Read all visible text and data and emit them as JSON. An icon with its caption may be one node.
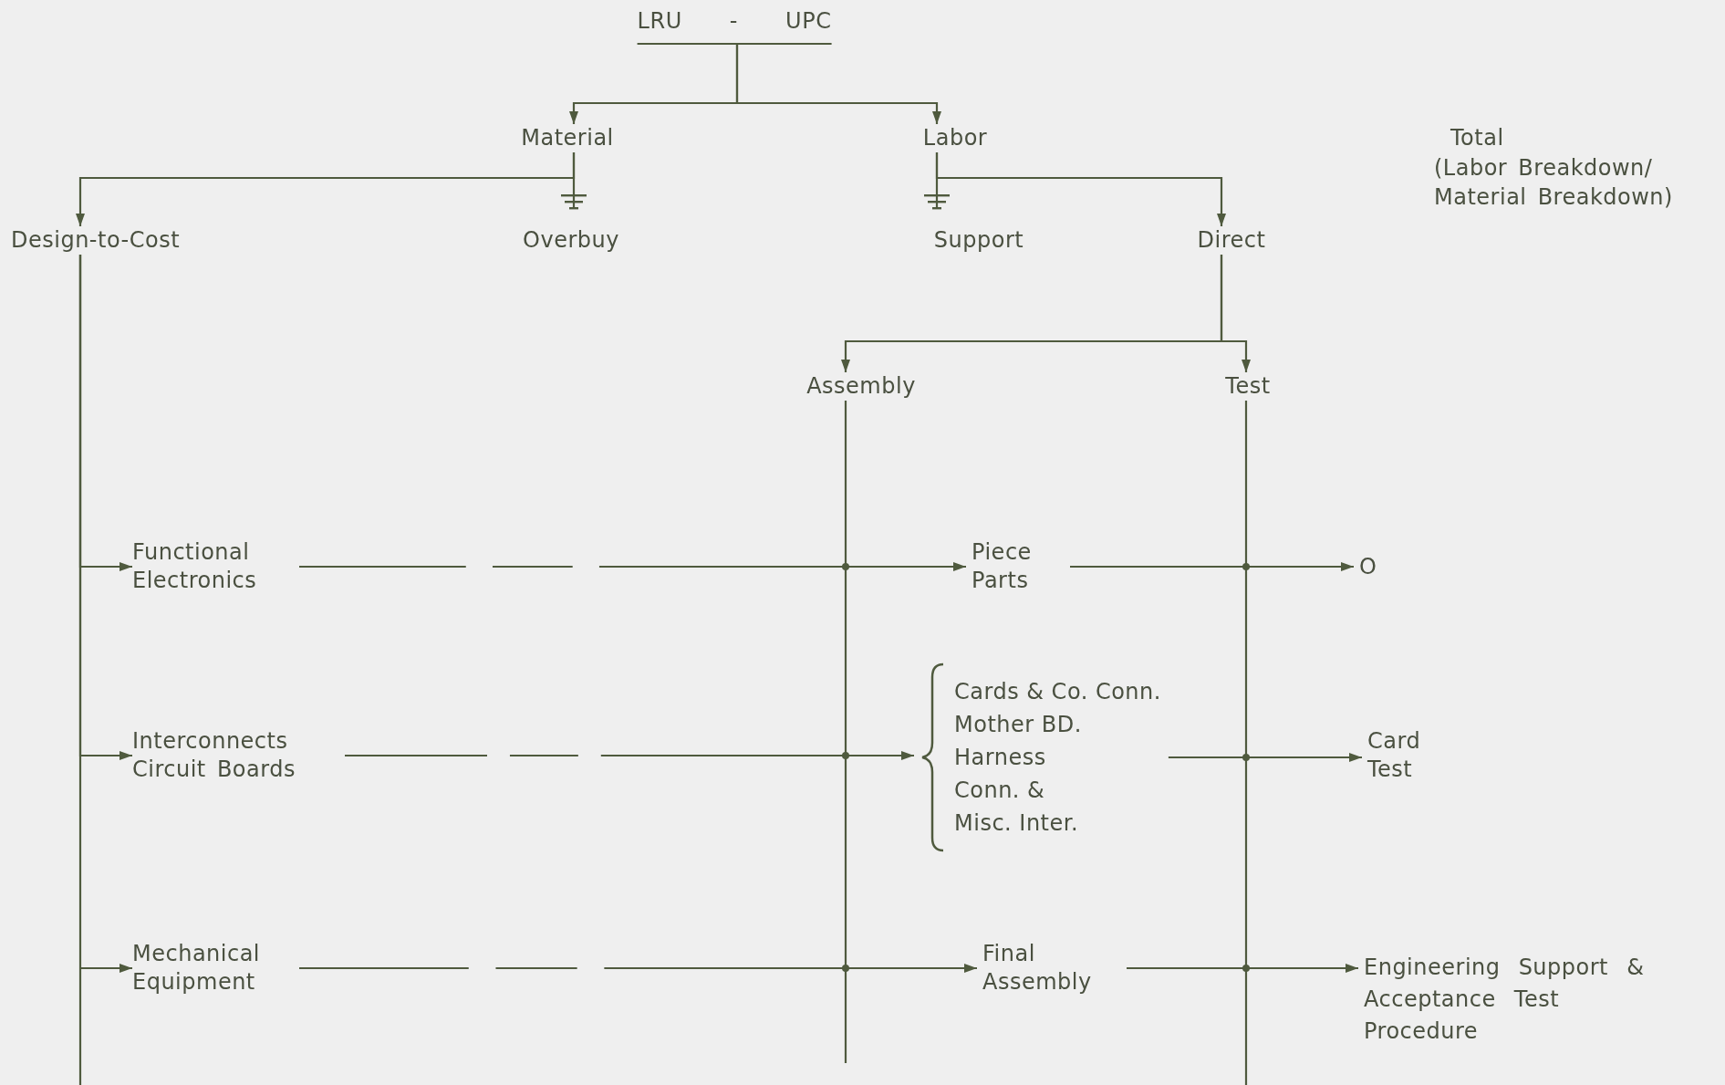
{
  "diagram": {
    "nodes": [
      {
        "text": [
          "LRU - UPC"
        ]
      },
      {
        "text": [
          "Material"
        ]
      },
      {
        "text": [
          "Labor"
        ]
      },
      {
        "text": [
          "Design-to-Cost"
        ]
      },
      {
        "text": [
          "Overbuy"
        ]
      },
      {
        "text": [
          "Support"
        ]
      },
      {
        "text": [
          "Direct"
        ]
      },
      {
        "text": [
          "Assembly"
        ]
      },
      {
        "text": [
          "Test"
        ]
      },
      {
        "text": [
          "Functional Electronics"
        ]
      },
      {
        "text": [
          "Piece Parts"
        ]
      },
      {
        "text": [
          "O"
        ]
      },
      {
        "text": [
          "Interconnects Circuit Boards"
        ]
      },
      {
        "text": [
          "Cards & Co. Conn.",
          "Mother BD.",
          "Harness",
          "Conn. &",
          "Misc. Inter."
        ]
      },
      {
        "text": [
          "Card Test"
        ]
      },
      {
        "text": [
          "Mechanical Equipment"
        ]
      },
      {
        "text": [
          "Final Assembly"
        ]
      },
      {
        "text": [
          "Engineering Support & Acceptance Test Procedure"
        ]
      }
    ],
    "edges": [
      {
        "from": 0,
        "to": 1,
        "arrow": "to"
      },
      {
        "from": 0,
        "to": 2,
        "arrow": "to"
      },
      {
        "from": 1,
        "to": 3,
        "arrow": "to"
      },
      {
        "from": 1,
        "to": 4,
        "arrow": "other"
      },
      {
        "from": 2,
        "to": 5,
        "arrow": "other"
      },
      {
        "from": 2,
        "to": 6,
        "arrow": "to"
      },
      {
        "from": 6,
        "to": 7,
        "arrow": "to"
      },
      {
        "from": 6,
        "to": 8,
        "arrow": "to"
      },
      {
        "from": 3,
        "to": 9,
        "arrow": "to"
      },
      {
        "from": 3,
        "to": 12,
        "arrow": "to"
      },
      {
        "from": 3,
        "to": 15,
        "arrow": "to"
      },
      {
        "from": 9,
        "to": 10,
        "arrow": "to",
        "style": "dashed"
      },
      {
        "from": 10,
        "to": 11,
        "arrow": "to"
      },
      {
        "from": 12,
        "to": 13,
        "arrow": "to",
        "style": "dashed"
      },
      {
        "from": 13,
        "to": 14,
        "arrow": "to"
      },
      {
        "from": 15,
        "to": 16,
        "arrow": "to",
        "style": "dashed"
      },
      {
        "from": 16,
        "to": 17,
        "arrow": "to"
      },
      {
        "from": 7,
        "to": null,
        "arrow": "none"
      },
      {
        "from": 8,
        "to": null,
        "arrow": "none"
      }
    ],
    "labels": [
      "Total",
      "(Labor Breakdown/ Material Breakdown)"
    ]
  }
}
